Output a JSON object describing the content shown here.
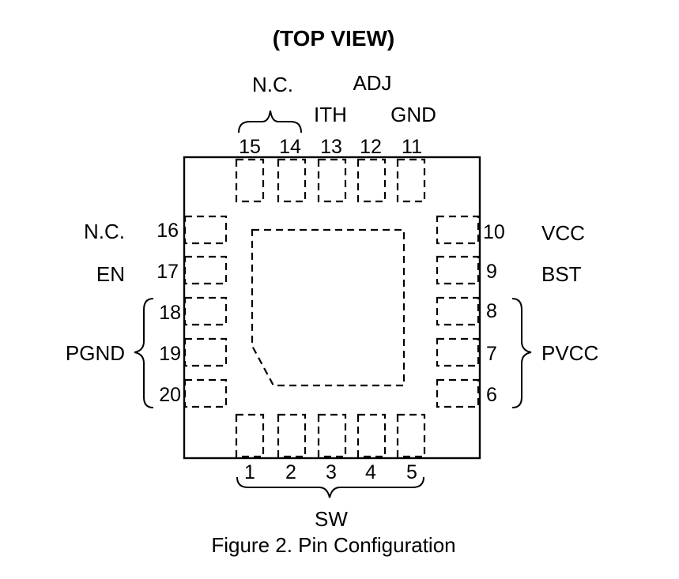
{
  "view_label": "(TOP VIEW)",
  "caption": "Figure 2. Pin Configuration",
  "pins": {
    "p1": "1",
    "p2": "2",
    "p3": "3",
    "p4": "4",
    "p5": "5",
    "p6": "6",
    "p7": "7",
    "p8": "8",
    "p9": "9",
    "p10": "10",
    "p11": "11",
    "p12": "12",
    "p13": "13",
    "p14": "14",
    "p15": "15",
    "p16": "16",
    "p17": "17",
    "p18": "18",
    "p19": "19",
    "p20": "20"
  },
  "signals": {
    "nc_top": "N.C.",
    "adj": "ADJ",
    "ith": "ITH",
    "gnd": "GND",
    "nc_left": "N.C.",
    "en": "EN",
    "pgnd": "PGND",
    "vcc": "VCC",
    "bst": "BST",
    "pvcc": "PVCC",
    "sw": "SW"
  }
}
